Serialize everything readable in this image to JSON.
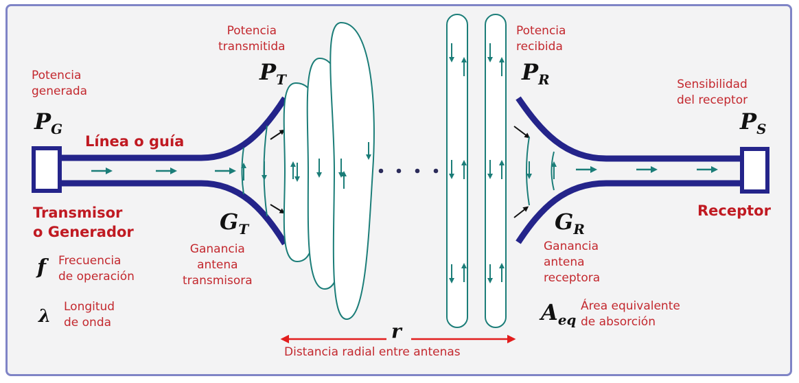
{
  "colors": {
    "guide_blue": "#24248a",
    "wave_teal": "#1b7d78",
    "label_red": "#c3282e",
    "arrow_red": "#e21d1d",
    "frame": "#7f84c6",
    "background": "#f3f3f4"
  },
  "left": {
    "power_generated_label": "Potencia\ngenerada",
    "pg_symbol": "P",
    "pg_sub": "G",
    "guide_label": "Línea o guía",
    "transmitter_label": "Transmisor\no Generador",
    "f_symbol": "f",
    "f_label": "Frecuencia\nde operación",
    "lambda_symbol": "λ",
    "lambda_label": "Longitud\nde onda"
  },
  "tx_antenna": {
    "power_label": "Potencia\ntransmitida",
    "pt_symbol": "P",
    "pt_sub": "T",
    "gt_symbol": "G",
    "gt_sub": "T",
    "gain_label": "Ganancia\nantena\ntransmisora"
  },
  "rx_antenna": {
    "power_label": "Potencia\nrecibida",
    "pr_symbol": "P",
    "pr_sub": "R",
    "gr_symbol": "G",
    "gr_sub": "R",
    "gain_label": "Ganancia\nantena\nreceptora",
    "aeq_symbol": "A",
    "aeq_sub": "eq",
    "aeq_label": "Área equivalente\nde absorción"
  },
  "right": {
    "sensitivity_label": "Sensibilidad\ndel receptor",
    "ps_symbol": "P",
    "ps_sub": "S",
    "receiver_label": "Receptor"
  },
  "distance": {
    "r_symbol": "r",
    "label": "Distancia radial entre antenas"
  },
  "ellipsis_icon": "dots-icon"
}
